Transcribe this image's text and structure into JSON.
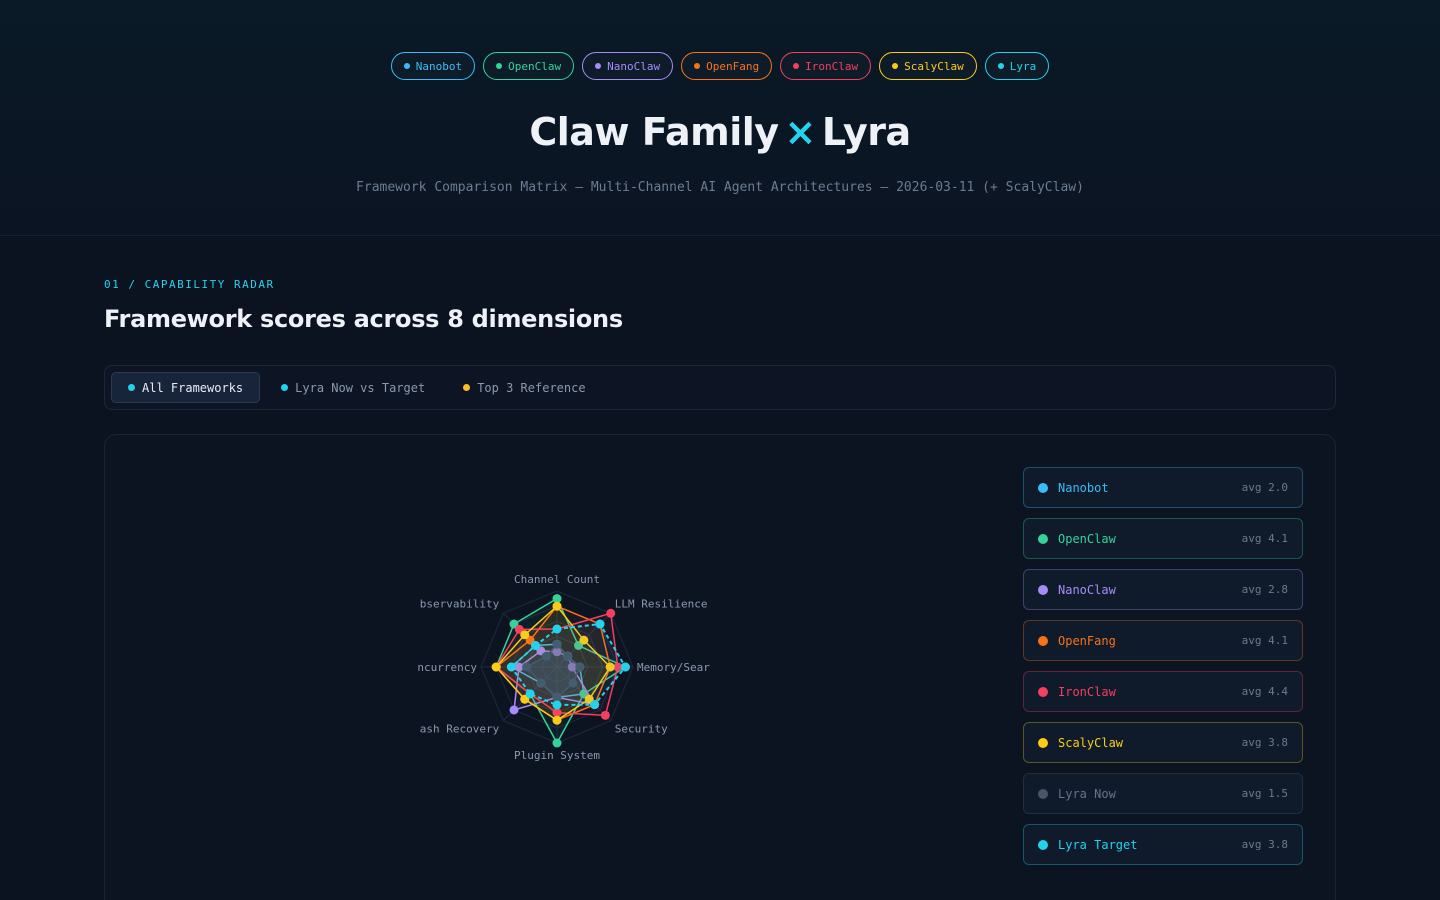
{
  "header": {
    "pills": [
      {
        "label": "Nanobot",
        "color": "#38bdf8"
      },
      {
        "label": "OpenClaw",
        "color": "#34d399"
      },
      {
        "label": "NanoClaw",
        "color": "#a78bfa"
      },
      {
        "label": "OpenFang",
        "color": "#f97316"
      },
      {
        "label": "IronClaw",
        "color": "#f43f5e"
      },
      {
        "label": "ScalyClaw",
        "color": "#facc15"
      },
      {
        "label": "Lyra",
        "color": "#22d3ee"
      }
    ],
    "title_left": "Claw Family",
    "title_x": "×",
    "title_right": "Lyra",
    "subtitle": "Framework Comparison Matrix — Multi-Channel AI Agent Architectures — 2026-03-11 (+ ScalyClaw)"
  },
  "section": {
    "label": "01 / CAPABILITY RADAR",
    "title": "Framework scores across 8 dimensions"
  },
  "tabs": [
    {
      "label": "All Frameworks",
      "color": "#22d3ee",
      "active": true
    },
    {
      "label": "Lyra Now vs Target",
      "color": "#22d3ee",
      "active": false
    },
    {
      "label": "Top 3 Reference",
      "color": "#fbbf24",
      "active": false
    }
  ],
  "legend": [
    {
      "name": "Nanobot",
      "avg": "avg 2.0",
      "color": "#38bdf8"
    },
    {
      "name": "OpenClaw",
      "avg": "avg 4.1",
      "color": "#34d399"
    },
    {
      "name": "NanoClaw",
      "avg": "avg 2.8",
      "color": "#a78bfa"
    },
    {
      "name": "OpenFang",
      "avg": "avg 4.1",
      "color": "#f97316"
    },
    {
      "name": "IronClaw",
      "avg": "avg 4.4",
      "color": "#f43f5e"
    },
    {
      "name": "ScalyClaw",
      "avg": "avg 3.8",
      "color": "#facc15"
    },
    {
      "name": "Lyra Now",
      "avg": "avg 1.5",
      "color": "#475569"
    },
    {
      "name": "Lyra Target",
      "avg": "avg 3.8",
      "color": "#22d3ee"
    }
  ],
  "chart_data": {
    "type": "radar",
    "axes": [
      "Channel Count",
      "LLM Resilience",
      "Memory/Sear",
      "Security",
      "Plugin System",
      "ash Recovery",
      "ncurrency",
      "bservability"
    ],
    "rmax": 5,
    "series": [
      {
        "name": "Nanobot",
        "color": "#38bdf8",
        "values": [
          1.5,
          1,
          1.5,
          2.5,
          2,
          1.5,
          3,
          2
        ]
      },
      {
        "name": "OpenClaw",
        "color": "#34d399",
        "values": [
          4.5,
          2,
          4.5,
          2.5,
          5,
          2.5,
          4,
          4
        ]
      },
      {
        "name": "NanoClaw",
        "color": "#a78bfa",
        "values": [
          1,
          1,
          1,
          3.5,
          2,
          4,
          2.5,
          1.5
        ]
      },
      {
        "name": "OpenFang",
        "color": "#f97316",
        "values": [
          4,
          4,
          3.5,
          3.5,
          3.5,
          3,
          4,
          2.5
        ]
      },
      {
        "name": "IronClaw",
        "color": "#f43f5e",
        "values": [
          2.5,
          5,
          4,
          4.5,
          3,
          2.5,
          4,
          3.5
        ]
      },
      {
        "name": "ScalyClaw",
        "color": "#facc15",
        "values": [
          4,
          2.5,
          3.5,
          3,
          3.5,
          3,
          4,
          3
        ]
      },
      {
        "name": "Lyra Now",
        "color": "#475569",
        "values": [
          1.5,
          1,
          1.5,
          1.5,
          2,
          1.5,
          2,
          1
        ]
      },
      {
        "name": "Lyra Target",
        "color": "#22d3ee",
        "dashed": true,
        "values": [
          2.5,
          4,
          4.5,
          3.5,
          2.5,
          2.5,
          3,
          2
        ]
      }
    ]
  }
}
